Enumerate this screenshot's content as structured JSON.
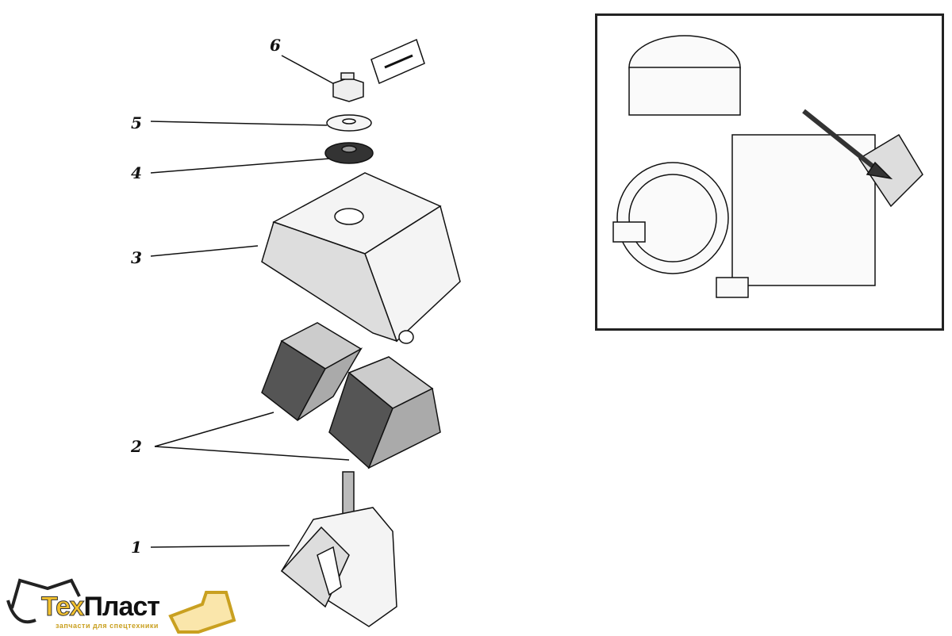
{
  "diagram": {
    "labels": [
      "1",
      "2",
      "3",
      "4",
      "5",
      "6"
    ]
  },
  "logo": {
    "brand_part1": "Тех",
    "brand_part2": "Пласт",
    "tagline": "запчасти для спецтехники",
    "accent_color": "#f2c12e"
  }
}
